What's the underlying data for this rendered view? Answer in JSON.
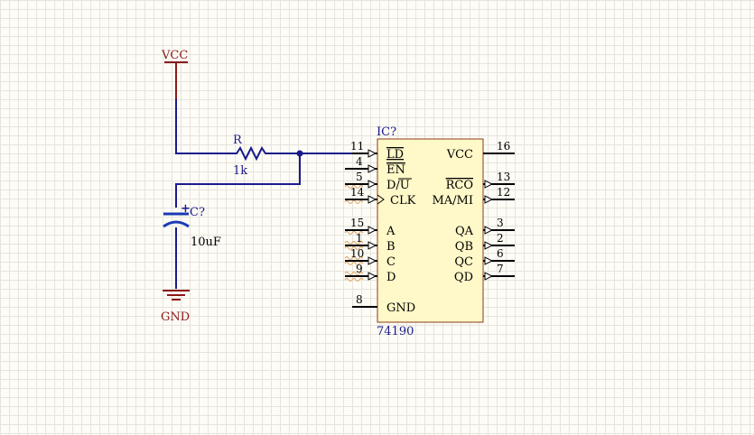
{
  "colors": {
    "wire": "#1a1a8c",
    "power": "#8b1a1a",
    "ic_fill": "#fff8c8",
    "ic_border": "#8b3a1a",
    "capacitor": "#1a3ab4"
  },
  "power": {
    "vcc_label": "VCC",
    "gnd_label": "GND"
  },
  "resistor": {
    "designator": "R",
    "value": "1k"
  },
  "capacitor": {
    "designator": "C?",
    "value": "10uF",
    "polarity": "+"
  },
  "ic": {
    "designator": "IC?",
    "part": "74190",
    "left_pins": [
      {
        "num": "11",
        "name": "LD"
      },
      {
        "num": "4",
        "name": "EN"
      },
      {
        "num": "5",
        "name": "D/U"
      },
      {
        "num": "14",
        "name": "CLK"
      },
      {
        "num": "15",
        "name": "A"
      },
      {
        "num": "1",
        "name": "B"
      },
      {
        "num": "10",
        "name": "C"
      },
      {
        "num": "9",
        "name": "D"
      },
      {
        "num": "8",
        "name": "GND"
      }
    ],
    "right_pins": [
      {
        "num": "16",
        "name": "VCC"
      },
      {
        "num": "13",
        "name": "RCO"
      },
      {
        "num": "12",
        "name": "MA/MI"
      },
      {
        "num": "3",
        "name": "QA"
      },
      {
        "num": "2",
        "name": "QB"
      },
      {
        "num": "6",
        "name": "QC"
      },
      {
        "num": "7",
        "name": "QD"
      }
    ]
  }
}
